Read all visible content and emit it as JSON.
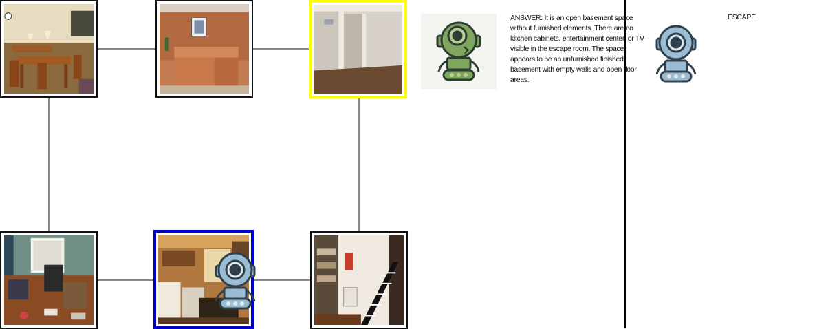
{
  "answer": {
    "text": "ANSWER: It is an open basement space without furnished elements. There are no kitchen cabinets, entertainment center, or TV visible in the escape room. The space appears to be an unfurnished finished basement with empty walls and open floor areas."
  },
  "escape_label": "ESCAPE",
  "rooms": [
    {
      "scene": "dining-room"
    },
    {
      "scene": "reception-desk"
    },
    {
      "scene": "empty-basement",
      "highlight": "yellow"
    },
    {
      "scene": "cluttered-living-room"
    },
    {
      "scene": "living-room-kitchen",
      "highlight": "blue"
    },
    {
      "scene": "staircase-hallway"
    }
  ],
  "icons": [
    "robot-green-icon",
    "robot-blue-icon"
  ],
  "colors": {
    "highlight_current": "#0000cc",
    "highlight_answer": "#ffff00",
    "connector": "#8a8a8a"
  }
}
